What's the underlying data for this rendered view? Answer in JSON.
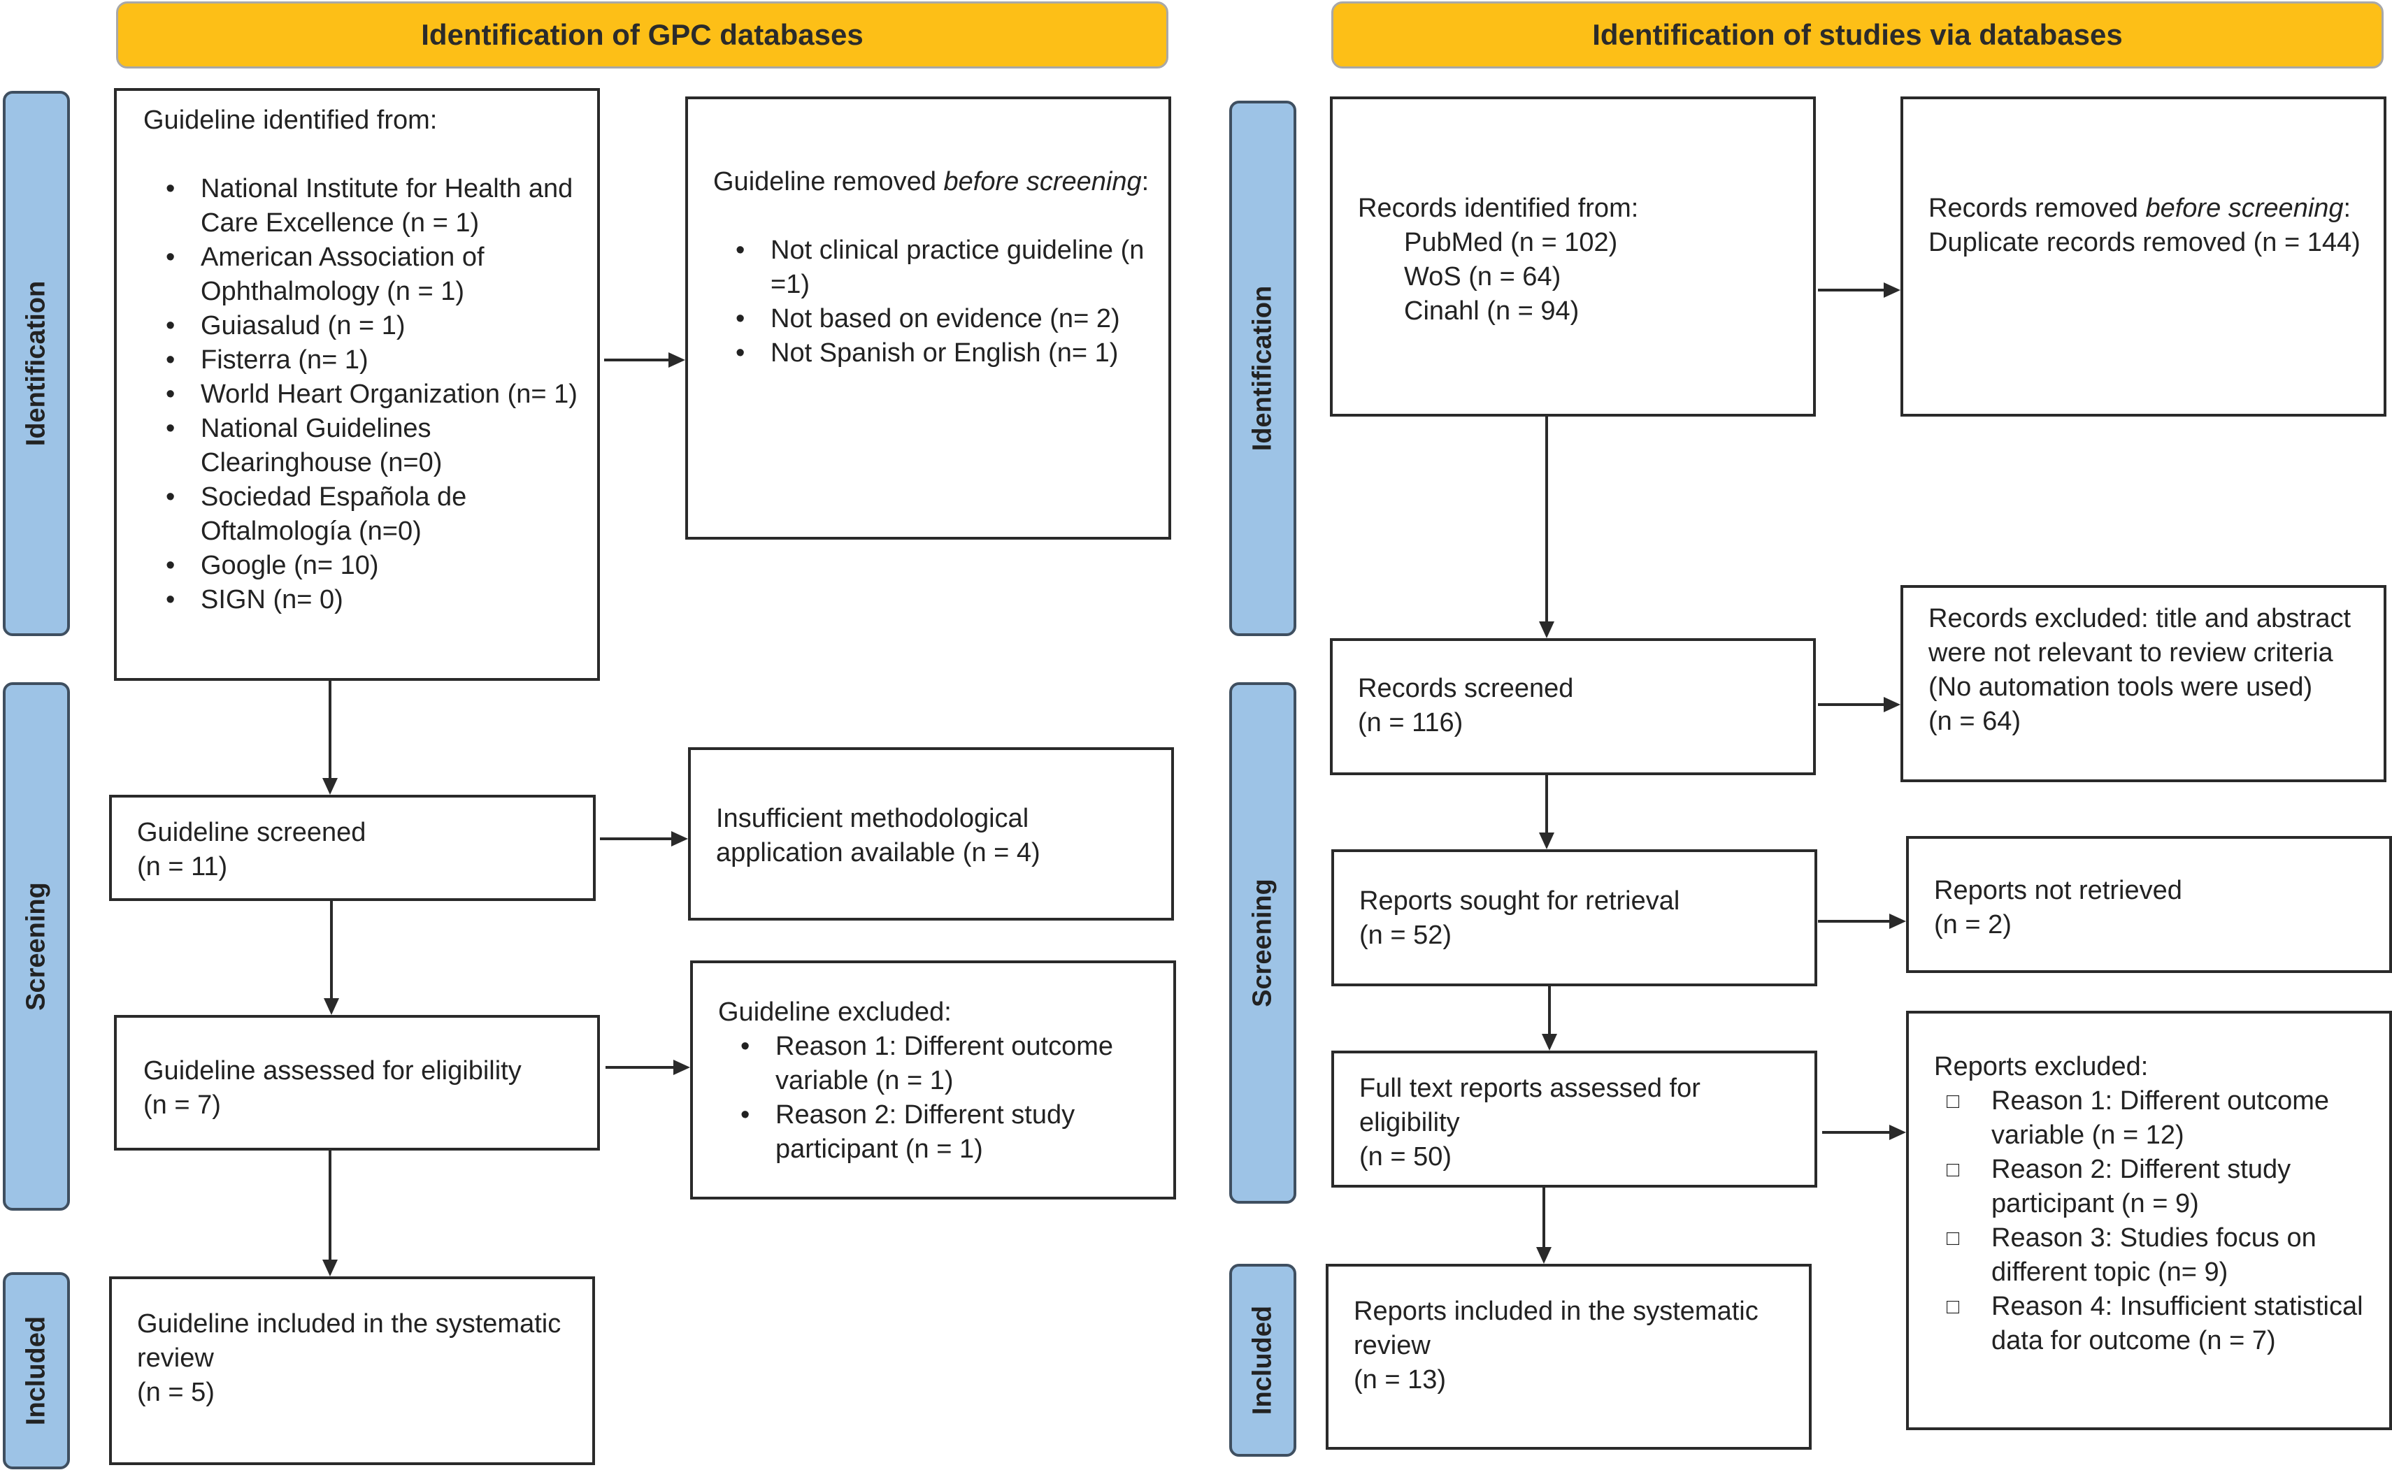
{
  "left_header": "Identification of GPC databases",
  "right_header": "Identification of studies via databases",
  "stages": {
    "identification": "Identification",
    "screening": "Screening",
    "included": "Included"
  },
  "left": {
    "identified": {
      "title": "Guideline identified from:",
      "items": [
        "National Institute for Health and Care Excellence (n = 1)",
        "American Association of Ophthalmology (n = 1)",
        "Guiasalud (n = 1)",
        "Fisterra (n= 1)",
        "World Heart Organization (n= 1)",
        "National Guidelines Clearinghouse (n=0)",
        "Sociedad Española de Oftalmología (n=0)",
        "Google (n= 10)",
        "SIGN (n= 0)"
      ]
    },
    "removed": {
      "title_start": "Guideline removed ",
      "title_em": "before screening",
      "title_end": ":",
      "items": [
        "Not clinical practice guideline (n =1)",
        "Not based on evidence (n= 2)",
        "Not Spanish or English (n= 1)"
      ]
    },
    "screened": {
      "line1": "Guideline screened",
      "line2": "(n = 11)"
    },
    "insufficient": {
      "text": "Insufficient methodological application available (n = 4)"
    },
    "assessed": {
      "line1": "Guideline assessed for eligibility",
      "line2": "(n = 7)"
    },
    "excluded": {
      "title": "Guideline excluded:",
      "items": [
        "Reason 1: Different outcome variable (n = 1)",
        "Reason 2: Different study participant (n = 1)"
      ]
    },
    "included": {
      "line1": "Guideline included in the systematic review",
      "line2": "(n = 5)"
    }
  },
  "right": {
    "identified": {
      "title": "Records identified from:",
      "items": [
        "PubMed (n = 102)",
        "WoS (n = 64)",
        "Cinahl (n = 94)"
      ]
    },
    "removed": {
      "title_start": "Records removed ",
      "title_em": "before screening",
      "title_end": ":",
      "line": "Duplicate records removed (n = 144)"
    },
    "screened": {
      "line1": "Records screened",
      "line2": "(n = 116)"
    },
    "excluded_title": {
      "text": "Records excluded: title and abstract were not relevant to review criteria (No automation tools were used)",
      "count": "(n = 64)"
    },
    "sought": {
      "line1": "Reports sought for retrieval",
      "line2": "(n = 52)"
    },
    "not_retrieved": {
      "line1": "Reports not retrieved",
      "line2": "(n = 2)"
    },
    "assessed": {
      "line1": "Full text reports assessed for eligibility",
      "line2": "(n = 50)"
    },
    "excluded": {
      "title": "Reports excluded:",
      "items": [
        "Reason 1: Different outcome variable (n = 12)",
        "Reason 2: Different study participant (n = 9)",
        "Reason 3: Studies focus on different topic (n= 9)",
        "Reason 4: Insufficient statistical data for outcome (n = 7)"
      ]
    },
    "included": {
      "line1": "Reports included in the systematic review",
      "line2": "(n = 13)"
    }
  }
}
